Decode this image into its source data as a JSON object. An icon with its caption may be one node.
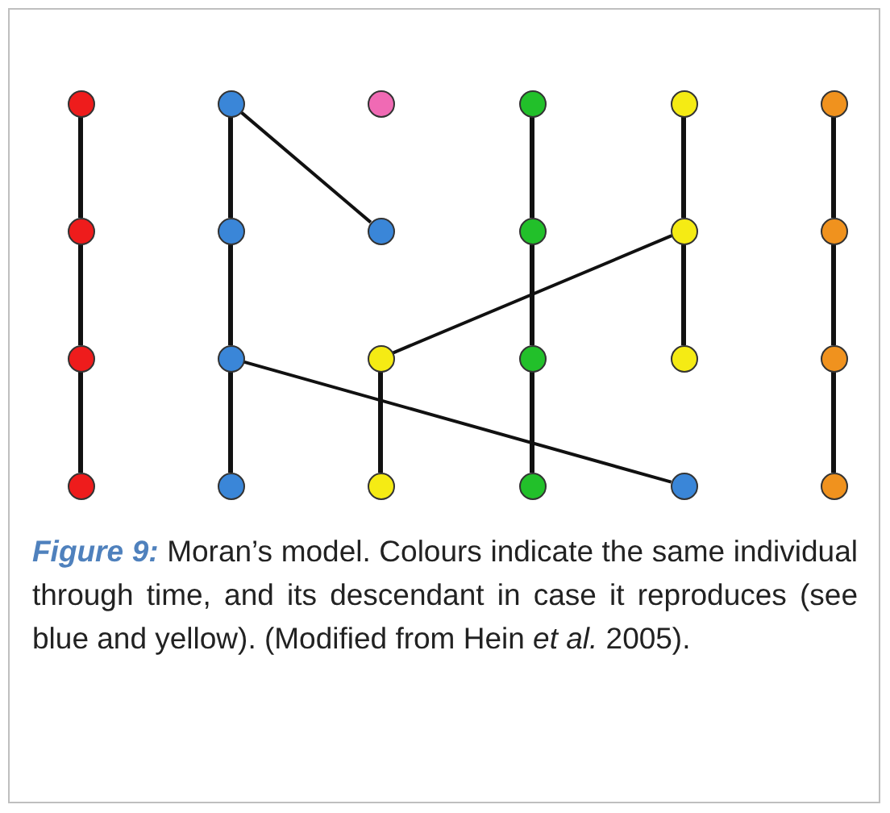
{
  "diagram": {
    "caption": "**Figure 9:** Moran’s model. Colours indicate the same individual through time, and its descendant in case it reproduces (see blue and yellow). (Modified from Hein *et al.* 2005).",
    "nodes": [
      {
        "text": [],
        "shape": "circle"
      },
      {
        "text": [],
        "shape": "circle"
      },
      {
        "text": [],
        "shape": "circle"
      },
      {
        "text": [],
        "shape": "circle"
      },
      {
        "text": [],
        "shape": "circle"
      },
      {
        "text": [],
        "shape": "circle"
      },
      {
        "text": [],
        "shape": "circle"
      },
      {
        "text": [],
        "shape": "circle"
      },
      {
        "text": [],
        "shape": "circle"
      },
      {
        "text": [],
        "shape": "circle"
      },
      {
        "text": [],
        "shape": "circle"
      },
      {
        "text": [],
        "shape": "circle"
      },
      {
        "text": [],
        "shape": "circle"
      },
      {
        "text": [],
        "shape": "circle"
      },
      {
        "text": [],
        "shape": "circle"
      },
      {
        "text": [],
        "shape": "circle"
      },
      {
        "text": [],
        "shape": "circle"
      },
      {
        "text": [],
        "shape": "circle"
      },
      {
        "text": [],
        "shape": "circle"
      },
      {
        "text": [],
        "shape": "circle"
      },
      {
        "text": [],
        "shape": "circle"
      },
      {
        "text": [],
        "shape": "circle"
      },
      {
        "text": [],
        "shape": "circle"
      },
      {
        "text": [],
        "shape": "circle"
      }
    ],
    "edges": [
      {
        "from": 0,
        "to": 6,
        "arrow": "none"
      },
      {
        "from": 6,
        "to": 12,
        "arrow": "none"
      },
      {
        "from": 12,
        "to": 18,
        "arrow": "none"
      },
      {
        "from": 1,
        "to": 7,
        "arrow": "none"
      },
      {
        "from": 7,
        "to": 13,
        "arrow": "none"
      },
      {
        "from": 13,
        "to": 19,
        "arrow": "none"
      },
      {
        "from": 1,
        "to": 8,
        "arrow": "none"
      },
      {
        "from": 3,
        "to": 9,
        "arrow": "none"
      },
      {
        "from": 9,
        "to": 15,
        "arrow": "none"
      },
      {
        "from": 15,
        "to": 21,
        "arrow": "none"
      },
      {
        "from": 4,
        "to": 10,
        "arrow": "none"
      },
      {
        "from": 10,
        "to": 16,
        "arrow": "none"
      },
      {
        "from": 10,
        "to": 14,
        "arrow": "none"
      },
      {
        "from": 14,
        "to": 20,
        "arrow": "none"
      },
      {
        "from": 13,
        "to": 22,
        "arrow": "none"
      },
      {
        "from": 5,
        "to": 11,
        "arrow": "none"
      },
      {
        "from": 11,
        "to": 17,
        "arrow": "none"
      },
      {
        "from": 17,
        "to": 23,
        "arrow": "none"
      }
    ]
  }
}
